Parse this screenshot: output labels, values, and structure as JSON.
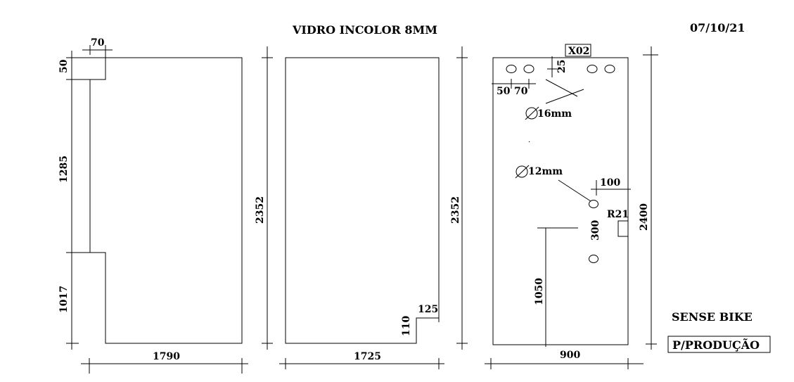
{
  "header": {
    "title": "VIDRO INCOLOR 8MM",
    "date": "07/10/21"
  },
  "panel1": {
    "notch_width": "70",
    "top_offset": "50",
    "notch_height": "1285",
    "bottom_height": "1017",
    "width": "1790"
  },
  "panel2": {
    "height": "2352",
    "width": "1725",
    "notch_width": "125",
    "notch_height": "110"
  },
  "panel3": {
    "tag": "X02",
    "hole_offset_y": "25",
    "hole_offset_x": "50",
    "hole_spacing": "70",
    "big_hole": "16mm",
    "small_hole": "12mm",
    "edge_offset": "100",
    "radius": "R21",
    "hole_gap": "300",
    "height": "2400",
    "bottom_height": "1050",
    "width": "900",
    "left_height": "2352"
  },
  "footer": {
    "client": "SENSE BIKE",
    "stamp": "P/PRODUÇÃO"
  }
}
